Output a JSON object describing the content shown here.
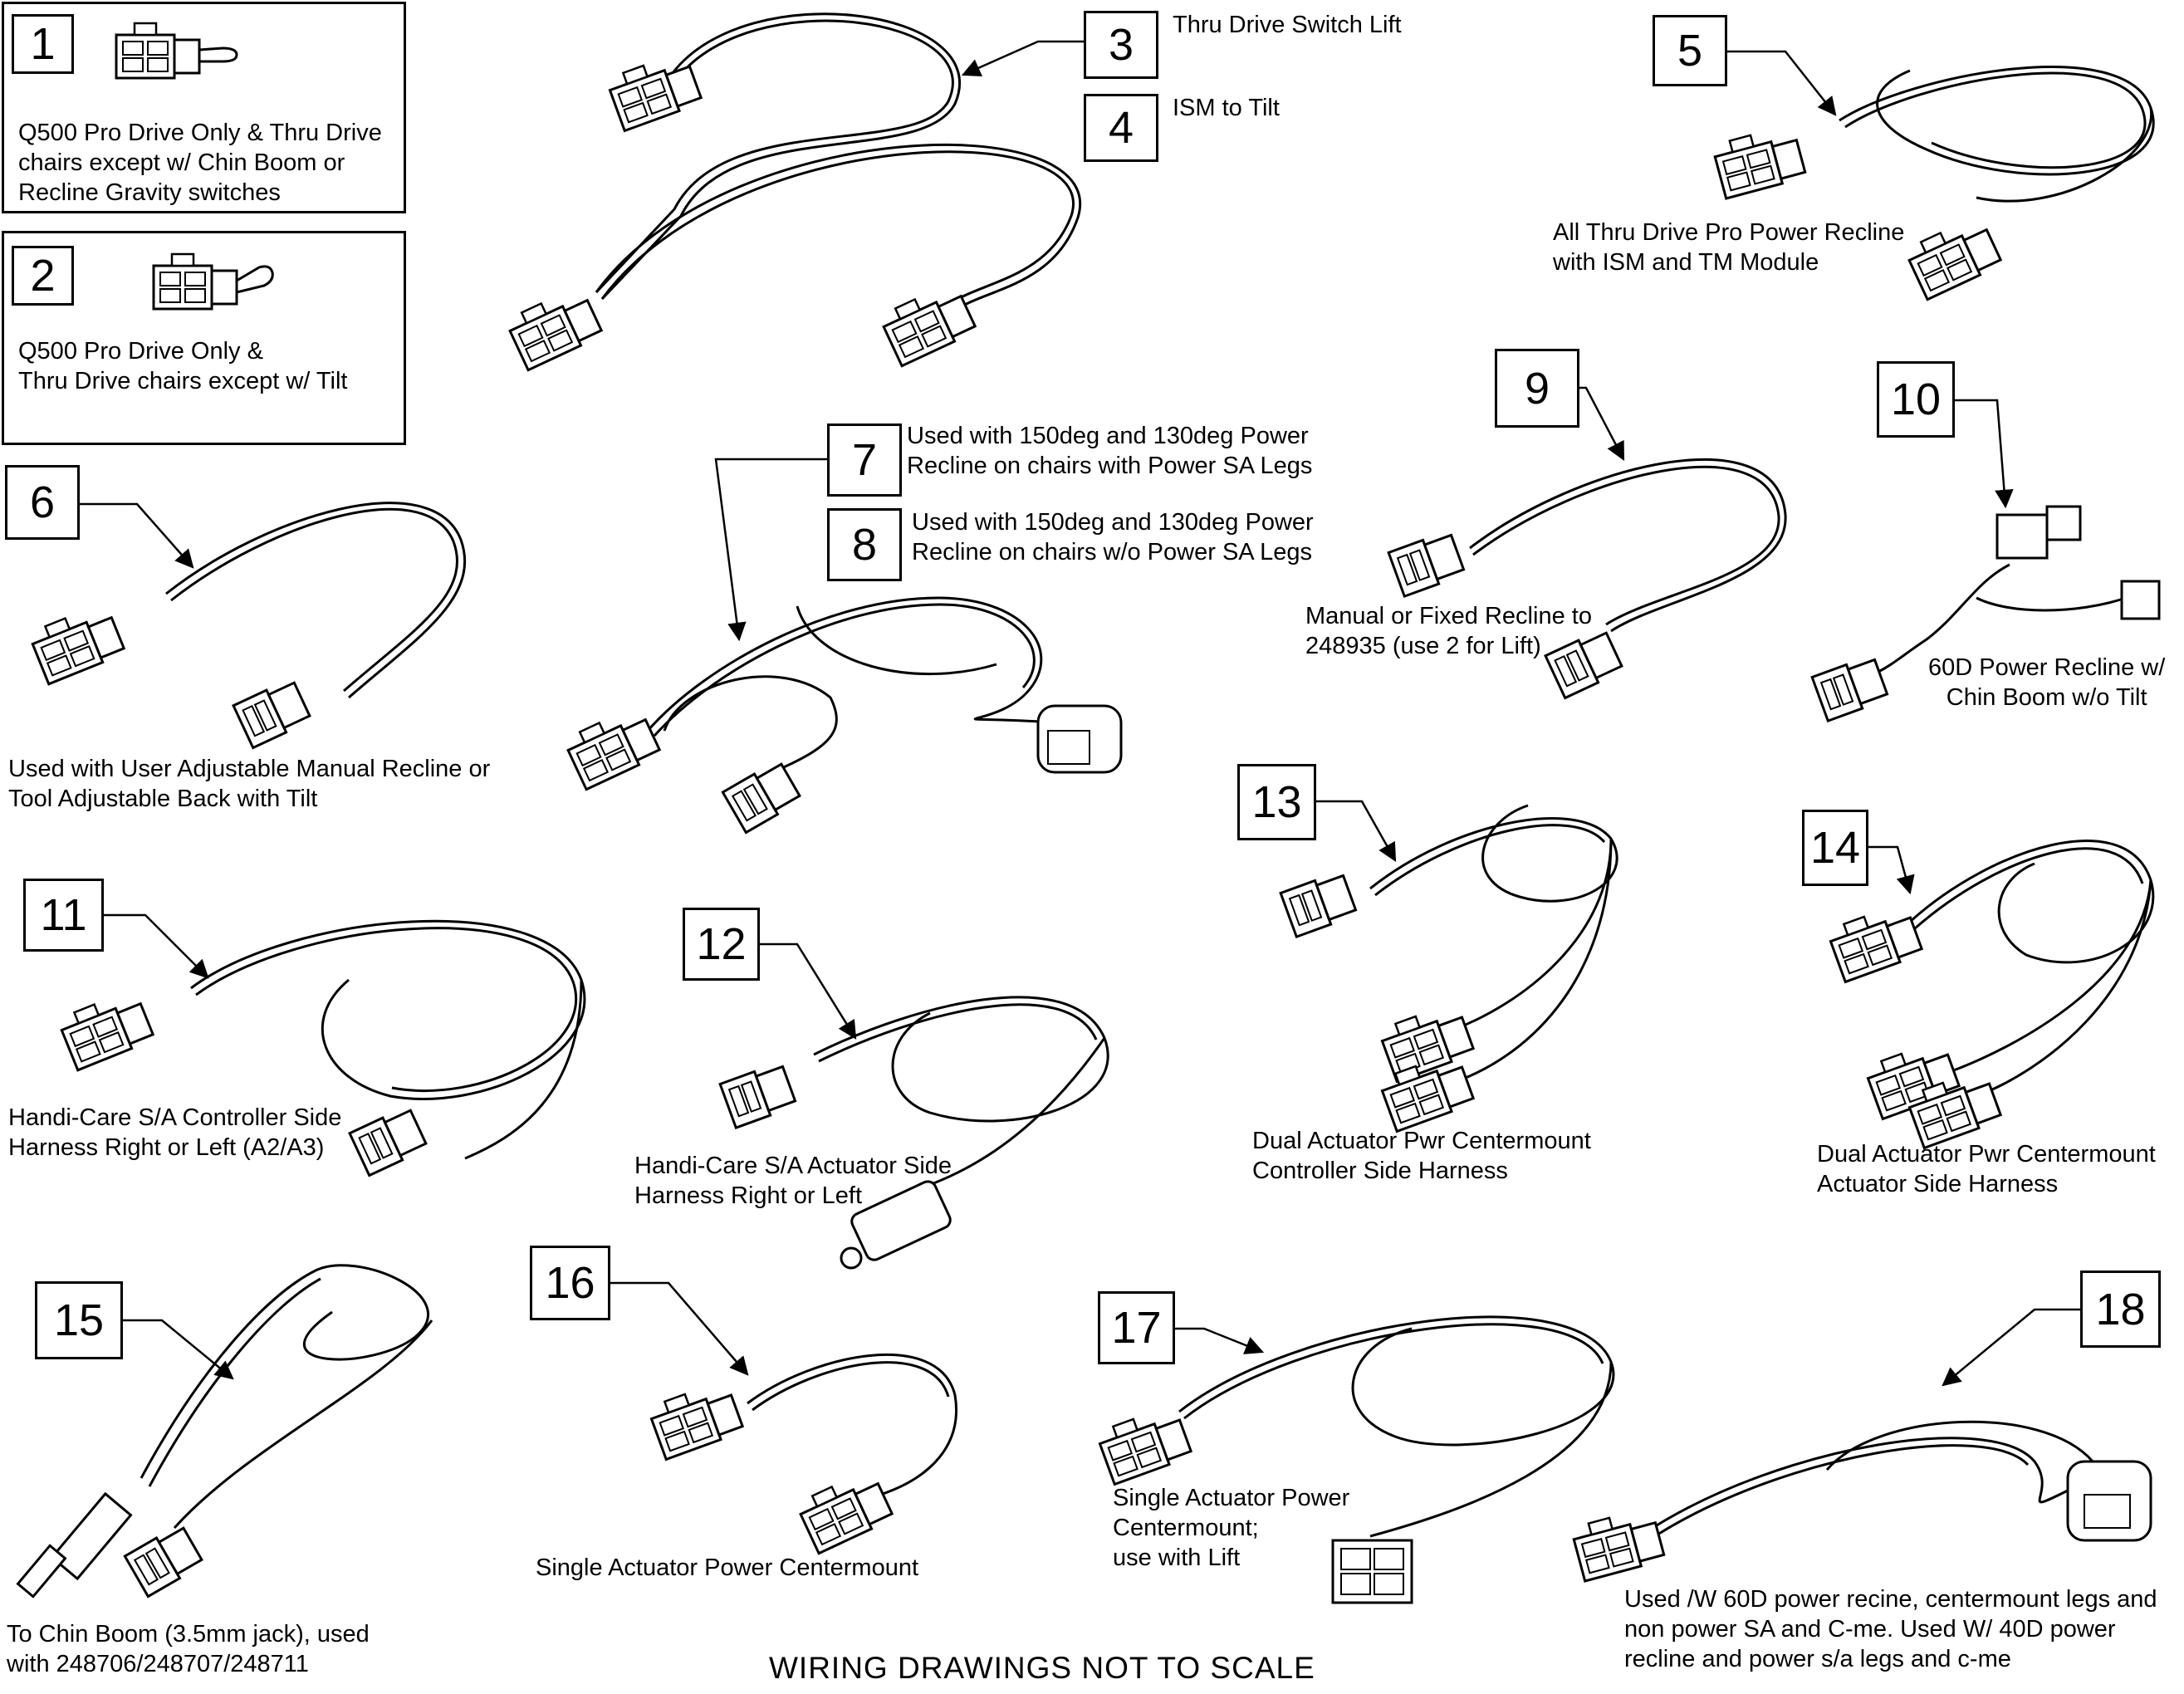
{
  "footer": "WIRING DRAWINGS NOT TO SCALE",
  "items": [
    {
      "n": "1",
      "desc": "Q500 Pro Drive Only & Thru Drive\nchairs except w/ Chin Boom or\nRecline Gravity switches"
    },
    {
      "n": "2",
      "desc": "Q500 Pro Drive Only &\nThru Drive chairs except w/ Tilt"
    },
    {
      "n": "3",
      "desc": "Thru Drive Switch Lift"
    },
    {
      "n": "4",
      "desc": "ISM to Tilt"
    },
    {
      "n": "5",
      "desc": "All Thru Drive Pro Power Recline\nwith ISM and TM Module"
    },
    {
      "n": "6",
      "desc": "Used with User Adjustable Manual Recline or\nTool Adjustable Back with Tilt"
    },
    {
      "n": "7",
      "desc": "Used with 150deg and 130deg Power\nRecline on chairs with Power SA Legs"
    },
    {
      "n": "8",
      "desc": "Used with 150deg and 130deg Power\nRecline on chairs w/o Power SA Legs"
    },
    {
      "n": "9",
      "desc": "Manual or Fixed Recline to\n248935 (use 2 for Lift)"
    },
    {
      "n": "10",
      "desc": "60D Power Recline w/\nChin Boom w/o Tilt"
    },
    {
      "n": "11",
      "desc": "Handi-Care S/A Controller Side\nHarness Right or Left (A2/A3)"
    },
    {
      "n": "12",
      "desc": "Handi-Care S/A Actuator Side\nHarness Right or Left"
    },
    {
      "n": "13",
      "desc": "Dual Actuator Pwr Centermount\nController Side Harness"
    },
    {
      "n": "14",
      "desc": "Dual Actuator Pwr Centermount\nActuator Side Harness"
    },
    {
      "n": "15",
      "desc": "To Chin Boom (3.5mm jack), used\nwith 248706/248707/248711"
    },
    {
      "n": "16",
      "desc": "Single Actuator Power Centermount"
    },
    {
      "n": "17",
      "desc": "Single Actuator Power\nCentermount;\nuse with Lift"
    },
    {
      "n": "18",
      "desc": "Used /W 60D power recine, centermount legs and\nnon power SA and C-me. Used W/ 40D power\nrecline and power s/a legs and c-me"
    }
  ]
}
